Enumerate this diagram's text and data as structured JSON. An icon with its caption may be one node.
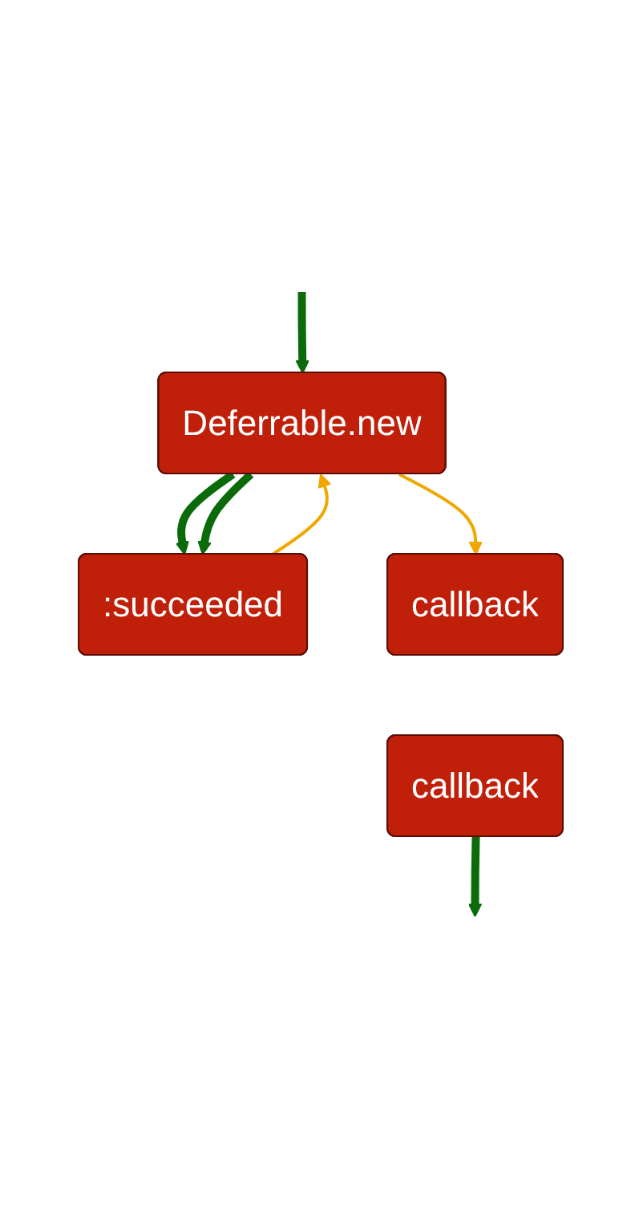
{
  "diagram": {
    "nodes": [
      {
        "text": [
          "Deferrable.new"
        ]
      },
      {
        "text": [
          ":succeeded"
        ]
      },
      {
        "text": [
          "callback"
        ]
      },
      {
        "text": [
          "callback"
        ]
      }
    ],
    "edges": [
      {
        "from": null,
        "to": 0,
        "arrow": "to"
      },
      {
        "from": 0,
        "to": 1,
        "arrow": "to"
      },
      {
        "from": 0,
        "to": 1,
        "arrow": "to"
      },
      {
        "from": 1,
        "to": 0,
        "arrow": "to",
        "color": "#f0a800"
      },
      {
        "from": 0,
        "to": 2,
        "arrow": "to",
        "color": "#f0a800"
      },
      {
        "from": 3,
        "to": null,
        "arrow": "to"
      }
    ]
  }
}
